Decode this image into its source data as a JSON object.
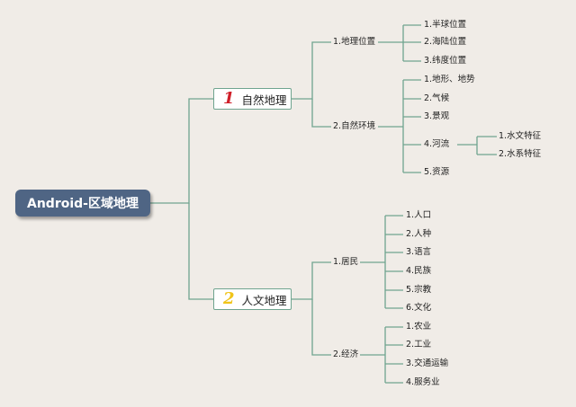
{
  "root": "Android-区域地理",
  "branches": [
    {
      "num": "1",
      "num_color": "#d0202a",
      "label": "自然地理",
      "children": [
        {
          "label": "1.地理位置",
          "children": [
            "1.半球位置",
            "2.海陆位置",
            "3.纬度位置"
          ]
        },
        {
          "label": "2.自然环境",
          "children": [
            "1.地形、地势",
            "2.气候",
            "3.景观",
            "4.河流",
            "5.资源"
          ],
          "river_children": [
            "1.水文特征",
            "2.水系特征"
          ]
        }
      ]
    },
    {
      "num": "2",
      "num_color": "#f0c419",
      "label": "人文地理",
      "children": [
        {
          "label": "1.居民",
          "children": [
            "1.人口",
            "2.人种",
            "3.语言",
            "4.民族",
            "5.宗教",
            "6.文化"
          ]
        },
        {
          "label": "2.经济",
          "children": [
            "1.农业",
            "2.工业",
            "3.交通运输",
            "4.服务业"
          ]
        }
      ]
    }
  ],
  "colors": {
    "line": "#6fa48f",
    "root_bg": "#4f6584",
    "background": "#f0ece7"
  }
}
